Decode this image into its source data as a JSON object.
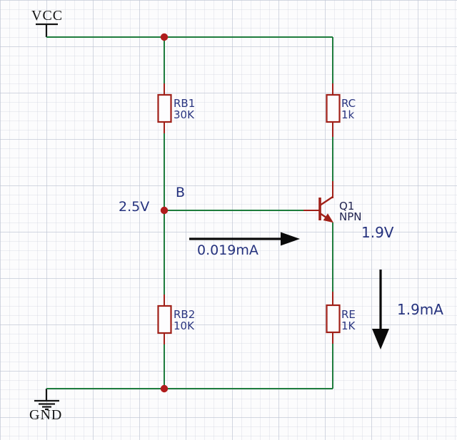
{
  "diagram": {
    "kind": "circuit-schematic",
    "description": "NPN voltage-divider bias circuit with DC operating point annotations"
  },
  "colors": {
    "wire_green": "#1e7c3d",
    "component_red": "#a02018",
    "junction_dot": "#b01c1c",
    "label_blue": "#25327e",
    "annotation_black": "#141414",
    "grid": "#d5dae4",
    "background": "#fcfcfd"
  },
  "power": {
    "vcc": "VCC",
    "gnd": "GND"
  },
  "components": {
    "rb1": {
      "ref": "RB1",
      "value": "30K"
    },
    "rc": {
      "ref": "RC",
      "value": "1k"
    },
    "rb2": {
      "ref": "RB2",
      "value": "10K"
    },
    "re": {
      "ref": "RE",
      "value": "1K"
    },
    "q1": {
      "ref": "Q1",
      "value": "NPN"
    }
  },
  "annotations": {
    "node_b": "B",
    "base_voltage": "2.5V",
    "base_current": "0.019mA",
    "emitter_voltage": "1.9V",
    "emitter_current": "1.9mA"
  }
}
